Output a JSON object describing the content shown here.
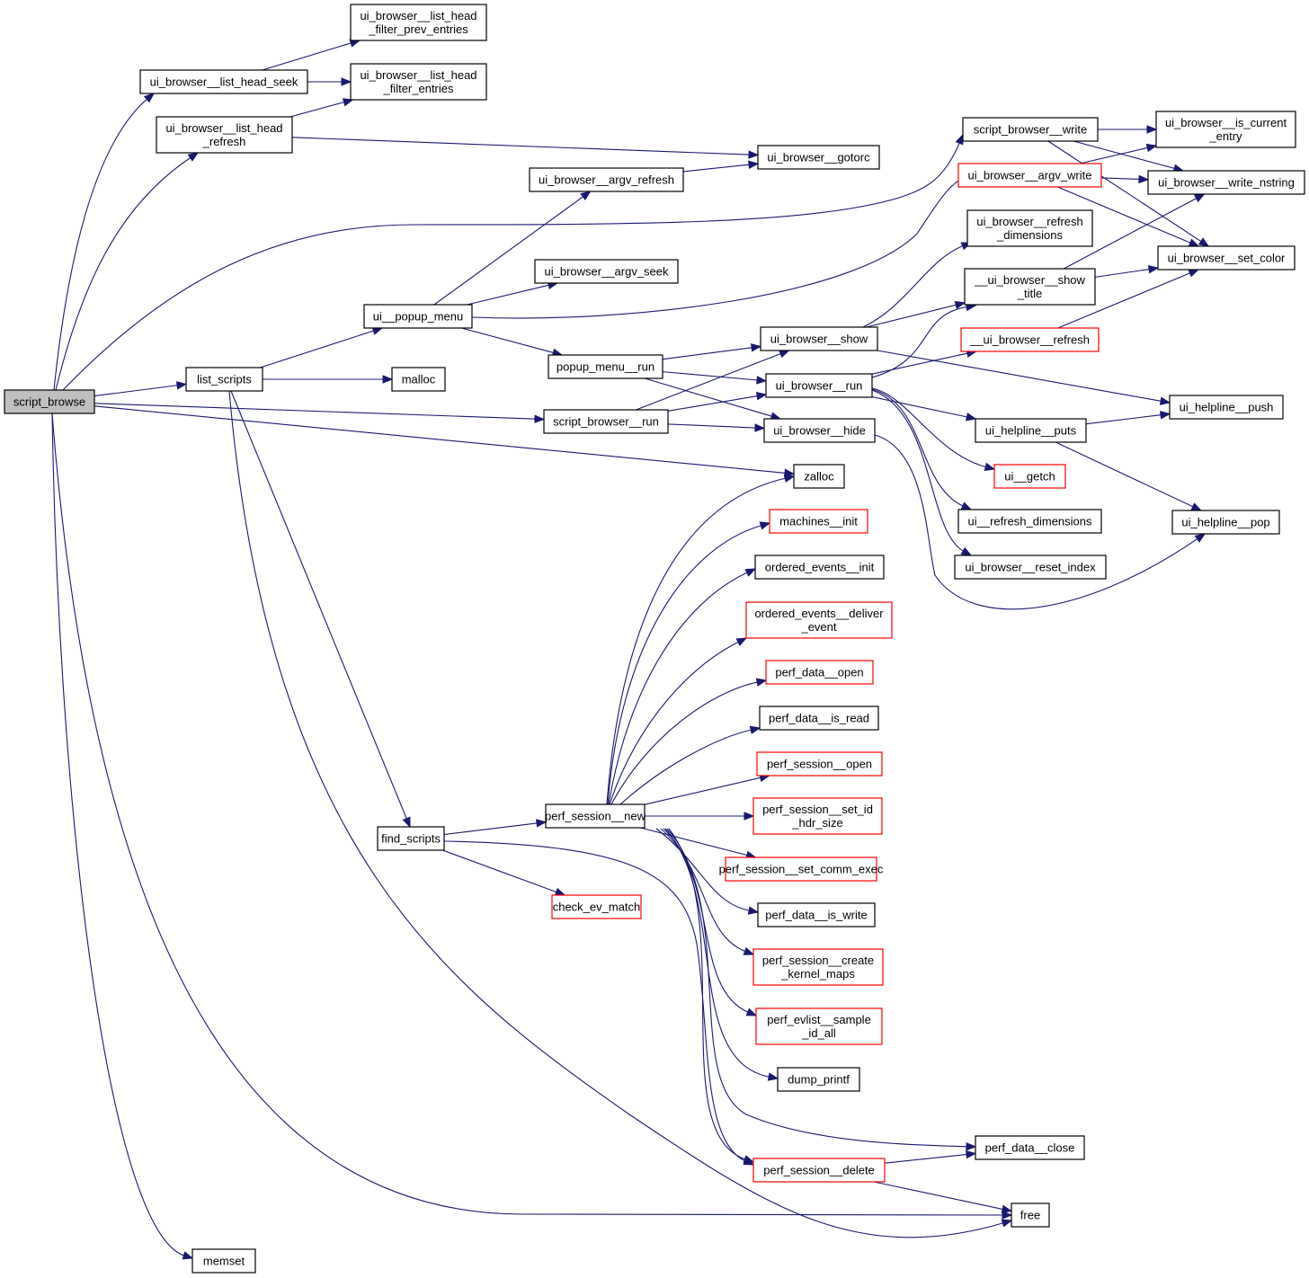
{
  "title": "script_browse call graph",
  "colors": {
    "edge": "#191970",
    "default_border": "#000000",
    "undocumented_border": "#ff0000",
    "root_fill": "#bfbfbf"
  },
  "nodes": [
    {
      "id": "script_browse",
      "lines": [
        "script_browse"
      ],
      "style": "root"
    },
    {
      "id": "ui_browser__list_head_seek",
      "lines": [
        "ui_browser__list_head_seek"
      ],
      "style": "normal"
    },
    {
      "id": "ui_browser__list_head_filter_prev_entries",
      "lines": [
        "ui_browser__list_head",
        "_filter_prev_entries"
      ],
      "style": "normal"
    },
    {
      "id": "ui_browser__list_head_filter_entries",
      "lines": [
        "ui_browser__list_head",
        "_filter_entries"
      ],
      "style": "normal"
    },
    {
      "id": "ui_browser__list_head_refresh",
      "lines": [
        "ui_browser__list_head",
        "_refresh"
      ],
      "style": "normal"
    },
    {
      "id": "ui_browser__gotorc",
      "lines": [
        "ui_browser__gotorc"
      ],
      "style": "normal"
    },
    {
      "id": "ui_browser__argv_refresh",
      "lines": [
        "ui_browser__argv_refresh"
      ],
      "style": "normal"
    },
    {
      "id": "ui_browser__argv_seek",
      "lines": [
        "ui_browser__argv_seek"
      ],
      "style": "normal"
    },
    {
      "id": "script_browser__write",
      "lines": [
        "script_browser__write"
      ],
      "style": "normal"
    },
    {
      "id": "ui_browser__is_current_entry",
      "lines": [
        "ui_browser__is_current",
        "_entry"
      ],
      "style": "normal"
    },
    {
      "id": "ui_browser__argv_write",
      "lines": [
        "ui_browser__argv_write"
      ],
      "style": "red"
    },
    {
      "id": "ui_browser__write_nstring",
      "lines": [
        "ui_browser__write_nstring"
      ],
      "style": "normal"
    },
    {
      "id": "ui_browser__refresh_dimensions",
      "lines": [
        "ui_browser__refresh",
        "_dimensions"
      ],
      "style": "normal"
    },
    {
      "id": "__ui_browser__show_title",
      "lines": [
        "__ui_browser__show",
        "_title"
      ],
      "style": "normal"
    },
    {
      "id": "ui_browser__set_color",
      "lines": [
        "ui_browser__set_color"
      ],
      "style": "normal"
    },
    {
      "id": "__ui_browser__refresh",
      "lines": [
        "__ui_browser__refresh"
      ],
      "style": "red"
    },
    {
      "id": "ui__popup_menu",
      "lines": [
        "ui__popup_menu"
      ],
      "style": "normal"
    },
    {
      "id": "list_scripts",
      "lines": [
        "list_scripts"
      ],
      "style": "normal"
    },
    {
      "id": "malloc",
      "lines": [
        "malloc"
      ],
      "style": "normal"
    },
    {
      "id": "popup_menu__run",
      "lines": [
        "popup_menu__run"
      ],
      "style": "normal"
    },
    {
      "id": "ui_browser__show",
      "lines": [
        "ui_browser__show"
      ],
      "style": "normal"
    },
    {
      "id": "ui_browser__run",
      "lines": [
        "ui_browser__run"
      ],
      "style": "normal"
    },
    {
      "id": "script_browser__run",
      "lines": [
        "script_browser__run"
      ],
      "style": "normal"
    },
    {
      "id": "ui_browser__hide",
      "lines": [
        "ui_browser__hide"
      ],
      "style": "normal"
    },
    {
      "id": "ui_helpline__push",
      "lines": [
        "ui_helpline__push"
      ],
      "style": "normal"
    },
    {
      "id": "ui_helpline__puts",
      "lines": [
        "ui_helpline__puts"
      ],
      "style": "normal"
    },
    {
      "id": "zalloc",
      "lines": [
        "zalloc"
      ],
      "style": "normal"
    },
    {
      "id": "ui__getch",
      "lines": [
        "ui__getch"
      ],
      "style": "red"
    },
    {
      "id": "ui__refresh_dimensions",
      "lines": [
        "ui__refresh_dimensions"
      ],
      "style": "normal"
    },
    {
      "id": "ui_helpline__pop",
      "lines": [
        "ui_helpline__pop"
      ],
      "style": "normal"
    },
    {
      "id": "ui_browser__reset_index",
      "lines": [
        "ui_browser__reset_index"
      ],
      "style": "normal"
    },
    {
      "id": "machines__init",
      "lines": [
        "machines__init"
      ],
      "style": "red"
    },
    {
      "id": "ordered_events__init",
      "lines": [
        "ordered_events__init"
      ],
      "style": "normal"
    },
    {
      "id": "ordered_events__deliver_event",
      "lines": [
        "ordered_events__deliver",
        "_event"
      ],
      "style": "red"
    },
    {
      "id": "perf_data__open",
      "lines": [
        "perf_data__open"
      ],
      "style": "red"
    },
    {
      "id": "perf_data__is_read",
      "lines": [
        "perf_data__is_read"
      ],
      "style": "normal"
    },
    {
      "id": "perf_session__open",
      "lines": [
        "perf_session__open"
      ],
      "style": "red"
    },
    {
      "id": "perf_session__new",
      "lines": [
        "perf_session__new"
      ],
      "style": "normal"
    },
    {
      "id": "perf_session__set_id_hdr_size",
      "lines": [
        "perf_session__set_id",
        "_hdr_size"
      ],
      "style": "red"
    },
    {
      "id": "find_scripts",
      "lines": [
        "find_scripts"
      ],
      "style": "normal"
    },
    {
      "id": "perf_session__set_comm_exec",
      "lines": [
        "perf_session__set_comm_exec"
      ],
      "style": "red"
    },
    {
      "id": "check_ev_match",
      "lines": [
        "check_ev_match"
      ],
      "style": "red"
    },
    {
      "id": "perf_data__is_write",
      "lines": [
        "perf_data__is_write"
      ],
      "style": "normal"
    },
    {
      "id": "perf_session__create_kernel_maps",
      "lines": [
        "perf_session__create",
        "_kernel_maps"
      ],
      "style": "red"
    },
    {
      "id": "perf_evlist__sample_id_all",
      "lines": [
        "perf_evlist__sample",
        "_id_all"
      ],
      "style": "red"
    },
    {
      "id": "dump_printf",
      "lines": [
        "dump_printf"
      ],
      "style": "normal"
    },
    {
      "id": "perf_data__close",
      "lines": [
        "perf_data__close"
      ],
      "style": "normal"
    },
    {
      "id": "perf_session__delete",
      "lines": [
        "perf_session__delete"
      ],
      "style": "red"
    },
    {
      "id": "free",
      "lines": [
        "free"
      ],
      "style": "normal"
    },
    {
      "id": "memset",
      "lines": [
        "memset"
      ],
      "style": "normal"
    }
  ],
  "edges": [
    [
      "script_browse",
      "ui_browser__list_head_seek"
    ],
    [
      "script_browse",
      "ui_browser__list_head_refresh"
    ],
    [
      "script_browse",
      "script_browser__write"
    ],
    [
      "script_browse",
      "list_scripts"
    ],
    [
      "script_browse",
      "script_browser__run"
    ],
    [
      "script_browse",
      "zalloc"
    ],
    [
      "script_browse",
      "free"
    ],
    [
      "script_browse",
      "memset"
    ],
    [
      "ui_browser__list_head_seek",
      "ui_browser__list_head_filter_prev_entries"
    ],
    [
      "ui_browser__list_head_seek",
      "ui_browser__list_head_filter_entries"
    ],
    [
      "ui_browser__list_head_refresh",
      "ui_browser__list_head_filter_entries"
    ],
    [
      "ui_browser__list_head_refresh",
      "ui_browser__gotorc"
    ],
    [
      "ui_browser__argv_refresh",
      "ui_browser__gotorc"
    ],
    [
      "script_browser__write",
      "ui_browser__is_current_entry"
    ],
    [
      "script_browser__write",
      "ui_browser__write_nstring"
    ],
    [
      "script_browser__write",
      "ui_browser__set_color"
    ],
    [
      "ui_browser__argv_write",
      "ui_browser__is_current_entry"
    ],
    [
      "ui_browser__argv_write",
      "ui_browser__write_nstring"
    ],
    [
      "ui_browser__argv_write",
      "ui_browser__set_color"
    ],
    [
      "__ui_browser__show_title",
      "ui_browser__write_nstring"
    ],
    [
      "__ui_browser__show_title",
      "ui_browser__set_color"
    ],
    [
      "__ui_browser__refresh",
      "ui_browser__set_color"
    ],
    [
      "list_scripts",
      "ui__popup_menu"
    ],
    [
      "list_scripts",
      "malloc"
    ],
    [
      "list_scripts",
      "find_scripts"
    ],
    [
      "list_scripts",
      "free"
    ],
    [
      "ui__popup_menu",
      "ui_browser__argv_refresh"
    ],
    [
      "ui__popup_menu",
      "ui_browser__argv_seek"
    ],
    [
      "ui__popup_menu",
      "ui_browser__argv_write"
    ],
    [
      "ui__popup_menu",
      "popup_menu__run"
    ],
    [
      "popup_menu__run",
      "ui_browser__show"
    ],
    [
      "popup_menu__run",
      "ui_browser__run"
    ],
    [
      "popup_menu__run",
      "ui_browser__hide"
    ],
    [
      "script_browser__run",
      "ui_browser__show"
    ],
    [
      "script_browser__run",
      "ui_browser__run"
    ],
    [
      "script_browser__run",
      "ui_browser__hide"
    ],
    [
      "ui_browser__show",
      "ui_browser__refresh_dimensions"
    ],
    [
      "ui_browser__show",
      "__ui_browser__show_title"
    ],
    [
      "ui_browser__show",
      "ui_helpline__push"
    ],
    [
      "ui_browser__run",
      "__ui_browser__show_title"
    ],
    [
      "ui_browser__run",
      "__ui_browser__refresh"
    ],
    [
      "ui_browser__run",
      "ui_helpline__puts"
    ],
    [
      "ui_browser__run",
      "ui__getch"
    ],
    [
      "ui_browser__run",
      "ui__refresh_dimensions"
    ],
    [
      "ui_browser__run",
      "ui_browser__reset_index"
    ],
    [
      "ui_browser__hide",
      "ui_helpline__pop"
    ],
    [
      "ui_helpline__puts",
      "ui_helpline__push"
    ],
    [
      "ui_helpline__puts",
      "ui_helpline__pop"
    ],
    [
      "find_scripts",
      "perf_session__new"
    ],
    [
      "find_scripts",
      "check_ev_match"
    ],
    [
      "find_scripts",
      "perf_session__delete"
    ],
    [
      "perf_session__new",
      "zalloc"
    ],
    [
      "perf_session__new",
      "machines__init"
    ],
    [
      "perf_session__new",
      "ordered_events__init"
    ],
    [
      "perf_session__new",
      "ordered_events__deliver_event"
    ],
    [
      "perf_session__new",
      "perf_data__open"
    ],
    [
      "perf_session__new",
      "perf_data__is_read"
    ],
    [
      "perf_session__new",
      "perf_session__open"
    ],
    [
      "perf_session__new",
      "perf_session__set_id_hdr_size"
    ],
    [
      "perf_session__new",
      "perf_session__set_comm_exec"
    ],
    [
      "perf_session__new",
      "perf_data__is_write"
    ],
    [
      "perf_session__new",
      "perf_session__create_kernel_maps"
    ],
    [
      "perf_session__new",
      "perf_evlist__sample_id_all"
    ],
    [
      "perf_session__new",
      "dump_printf"
    ],
    [
      "perf_session__new",
      "perf_data__close"
    ],
    [
      "perf_session__new",
      "perf_session__delete"
    ],
    [
      "perf_session__delete",
      "perf_data__close"
    ],
    [
      "perf_session__delete",
      "free"
    ]
  ]
}
